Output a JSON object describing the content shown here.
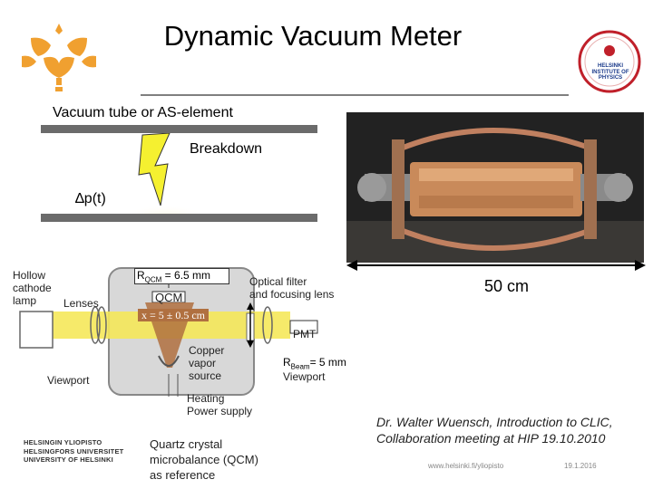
{
  "slide": {
    "title": "Dynamic Vacuum Meter",
    "subtitle": "Vacuum tube or AS-element",
    "breakdown_label": "Breakdown",
    "delta_p_label": "∆p(t)",
    "scale_label": "50 cm",
    "schematic": {
      "hollow_cathode": [
        "Hollow",
        "cathode",
        "lamp"
      ],
      "lenses": "Lenses",
      "viewport_left": "Viewport",
      "rqcm": "R",
      "rqcm_sub": "QCM",
      "rqcm_value": " = 6.5 mm",
      "qcm": "QCM",
      "x_value": "x = 5 ± 0.5 cm",
      "optical_filter": [
        "Optical filter",
        "and focusing lens"
      ],
      "pmt": "PMT",
      "rbeam": "R",
      "rbeam_sub": "Beam",
      "rbeam_value": "= 5 mm",
      "viewport_right": "Viewport",
      "copper_source": [
        "Copper",
        "vapor",
        "source"
      ],
      "heating": [
        "Heating",
        "Power supply"
      ]
    },
    "quartz_caption": [
      "Quartz crystal",
      "microbalance (QCM)",
      "as reference"
    ],
    "credit": "Dr. Walter Wuensch, Introduction to CLIC, Collaboration meeting at HIP 19.10.2010",
    "university": [
      "HELSINGIN YLIOPISTO",
      "HELSINGFORS UNIVERSITET",
      "UNIVERSITY OF HELSINKI"
    ],
    "hip_logo_text": [
      "HELSINKI",
      "INSTITUTE OF",
      "PHYSICS"
    ],
    "footer_url": "www.helsinki.fi/yliopisto",
    "footer_date": "19.1.2016"
  },
  "colors": {
    "flame_orange": "#f0a030",
    "hip_red": "#c0202a",
    "yellow_beam": "#f5e85a",
    "copper": "#b07040"
  }
}
